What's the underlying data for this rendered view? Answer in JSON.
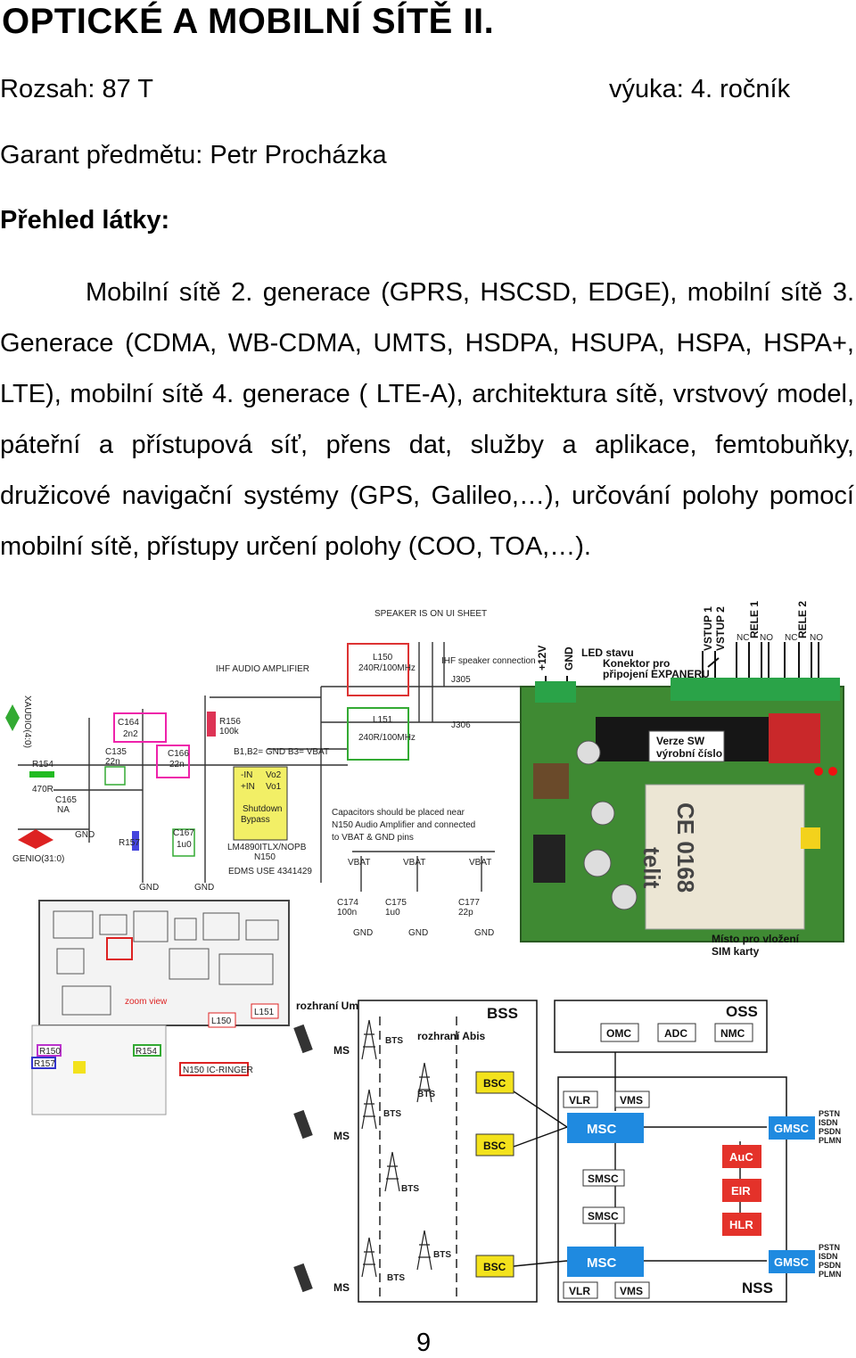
{
  "title": "OPTICKÉ A MOBILNÍ SÍTĚ II.",
  "scope": "Rozsah: 87 T",
  "teaching": "výuka: 4. ročník",
  "guarantor": "Garant předmětu: Petr Procházka",
  "overview_heading": "Přehled látky:",
  "overview_text": "Mobilní sítě 2. generace (GPRS, HSCSD, EDGE), mobilní sítě 3. Generace (CDMA, WB-CDMA, UMTS, HSDPA, HSUPA, HSPA, HSPA+, LTE), mobilní sítě 4. generace ( LTE-A), architektura sítě, vrstvový model, páteřní a přístupová síť, přens dat, služby a aplikace, femtobuňky, družicové navigační systémy (GPS, Galileo,…), určování polohy pomocí mobilní sítě, přístupy určení polohy (COO, TOA,…).",
  "page_number": "9",
  "schematic": {
    "speaker_note": "SPEAKER IS ON UI SHEET",
    "ihf_amp": "IHF AUDIO AMPLIFIER",
    "ihf_conn": "IHF speaker connection",
    "xaudio": "XAUDIO(4:0)",
    "genio": "GENIO(31:0)",
    "r154": "R154",
    "r154_val": "470R",
    "c165": "C165",
    "c165_val": "NA",
    "c164": "C164",
    "c164_val": "2n2",
    "c135": "C135",
    "c135_val": "22n",
    "c166": "C166",
    "c166_val": "22n",
    "r156": "R156",
    "r156_val": "100k",
    "r157": "R157",
    "c167": "C167",
    "c167_val": "1u0",
    "gnd": "GND",
    "l150": "L150",
    "l150_val": "240R/100MHz",
    "l151": "L151",
    "l151_val": "240R/100MHz",
    "j305": "J305",
    "j306": "J306",
    "ic_pins": "B1,B2= GND\nB3= VBAT",
    "ic_in_minus": "-IN",
    "ic_in_plus": "+IN",
    "ic_vo2": "Vo2",
    "ic_vo1": "Vo1",
    "ic_shutdown": "Shutdown",
    "ic_bypass": "Bypass",
    "ic_part": "LM4890ITLX/NOPB",
    "ic_ref": "N150",
    "edms": "EDMS USE 4341429",
    "cap_note_1": "Capacitors should be placed near",
    "cap_note_2": "N150 Audio Amplifier and connected",
    "cap_note_3": "to VBAT & GND pins",
    "vbat": "VBAT",
    "c174": "C174",
    "c174_val": "100n",
    "c175": "C175",
    "c175_val": "1u0",
    "c177": "C177",
    "c177_val": "22p"
  },
  "pcb": {
    "led": "LED stavu",
    "connector_1": "Konektor pro",
    "connector_2": "připojení EXPANERU",
    "sw_1": "Verze SW",
    "sw_2": "výrobní číslo",
    "sim_1": "Místo pro vložení",
    "sim_2": "SIM karty",
    "plus12": "+12V",
    "gnd": "GND",
    "in1": "VSTUP 1",
    "in2": "VSTUP 2",
    "rele1": "RELE 1",
    "rele2": "RELE 2",
    "nc": "NC",
    "no": "NO",
    "module": "telit",
    "ce": "CE 0168"
  },
  "board": {
    "zoom": "zoom view",
    "r150": "R150",
    "r154": "R154",
    "r157": "R157",
    "n150": "N150 IC-RINGER",
    "l150": "L150",
    "l151": "L151"
  },
  "gsm": {
    "um": "rozhraní  Um",
    "abis": "rozhraní  Abis",
    "bss": "BSS",
    "oss": "OSS",
    "nss": "NSS",
    "ms": "MS",
    "bts": "BTS",
    "bsc": "BSC",
    "omc": "OMC",
    "adc": "ADC",
    "nmc": "NMC",
    "vlr": "VLR",
    "vms": "VMS",
    "msc": "MSC",
    "smsc": "SMSC",
    "auc": "AuC",
    "eir": "EIR",
    "hlr": "HLR",
    "gmsc": "GMSC",
    "networks": [
      "PSTN",
      "ISDN",
      "PSDN",
      "PLMN"
    ]
  }
}
